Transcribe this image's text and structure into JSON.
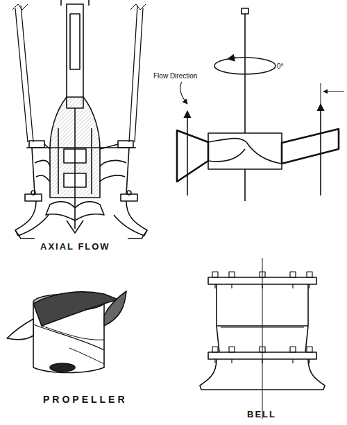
{
  "diagram": {
    "labels": [
      "AXIAL FLOW",
      "Flow Direction",
      "0°",
      "PROPELLER",
      "BELL"
    ]
  }
}
